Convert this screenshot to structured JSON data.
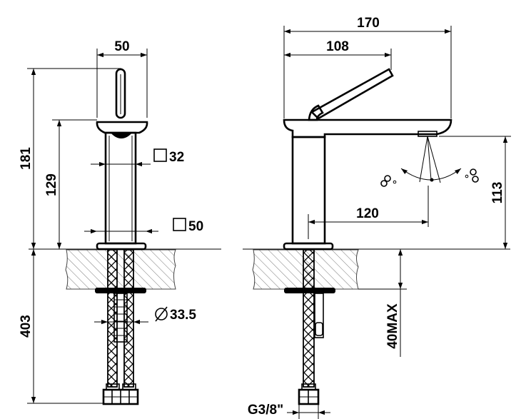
{
  "dimensions": {
    "front_width": "50",
    "front_height_total": "181",
    "front_height_body": "129",
    "front_square_top": "32",
    "front_square_base": "50",
    "front_below_deck": "403",
    "front_shank_diameter": "33.5",
    "side_length_total": "170",
    "side_length_lever": "108",
    "side_height_spout": "113",
    "side_reach": "120",
    "side_deck_max": "40MAX",
    "side_thread": "G3/8\""
  }
}
